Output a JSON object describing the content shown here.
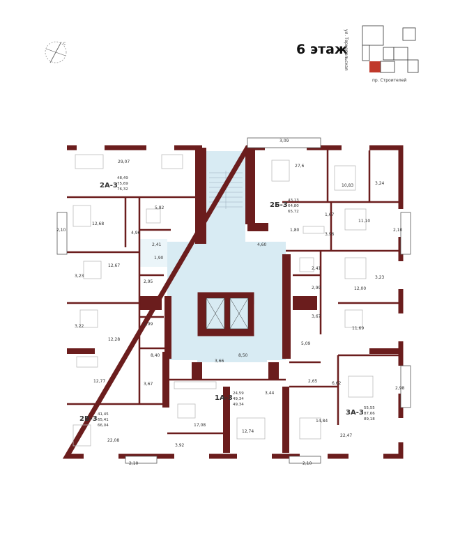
{
  "floor": {
    "title": "6 этаж"
  },
  "key_plan": {
    "street_vertical": "ул. Тернопольская",
    "street_horizontal": "пр. Строителей"
  },
  "colors": {
    "wall": "#6b1d1d",
    "common": "#d8ebf3",
    "accent": "#c0392b",
    "text": "#333333"
  },
  "apartments": [
    {
      "code": "2А-3",
      "areas": [
        "48,49",
        "75,69",
        "76,32"
      ]
    },
    {
      "code": "2Б-3",
      "areas": [
        "43,13",
        "64,80",
        "65,72"
      ]
    },
    {
      "code": "2В-3",
      "areas": [
        "41,45",
        "65,41",
        "66,04"
      ]
    },
    {
      "code": "1А-3",
      "areas": [
        "24,59",
        "49,34",
        "49,34"
      ]
    },
    {
      "code": "3А-3",
      "areas": [
        "55,55",
        "87,66",
        "89,18"
      ]
    }
  ],
  "rooms": [
    "29,07",
    "3,09",
    "27,6",
    "10,83",
    "3,24",
    "5,82",
    "12,68",
    "4,96",
    "2,10",
    "1,67",
    "11,10",
    "2,10",
    "2,41",
    "1,80",
    "3,96",
    "4,60",
    "1,90",
    "12,67",
    "3,23",
    "2,95",
    "2,41",
    "2,99",
    "12,00",
    "3,23",
    "3,22",
    "2,99",
    "12,28",
    "3,67",
    "11,69",
    "8,40",
    "5,09",
    "3,66",
    "8,50",
    "12,77",
    "3,67",
    "2,65",
    "6,62",
    "2,98",
    "3,44",
    "17,08",
    "14,84",
    "12,74",
    "22,08",
    "3,92",
    "22,47",
    "2,10",
    "2,10"
  ]
}
